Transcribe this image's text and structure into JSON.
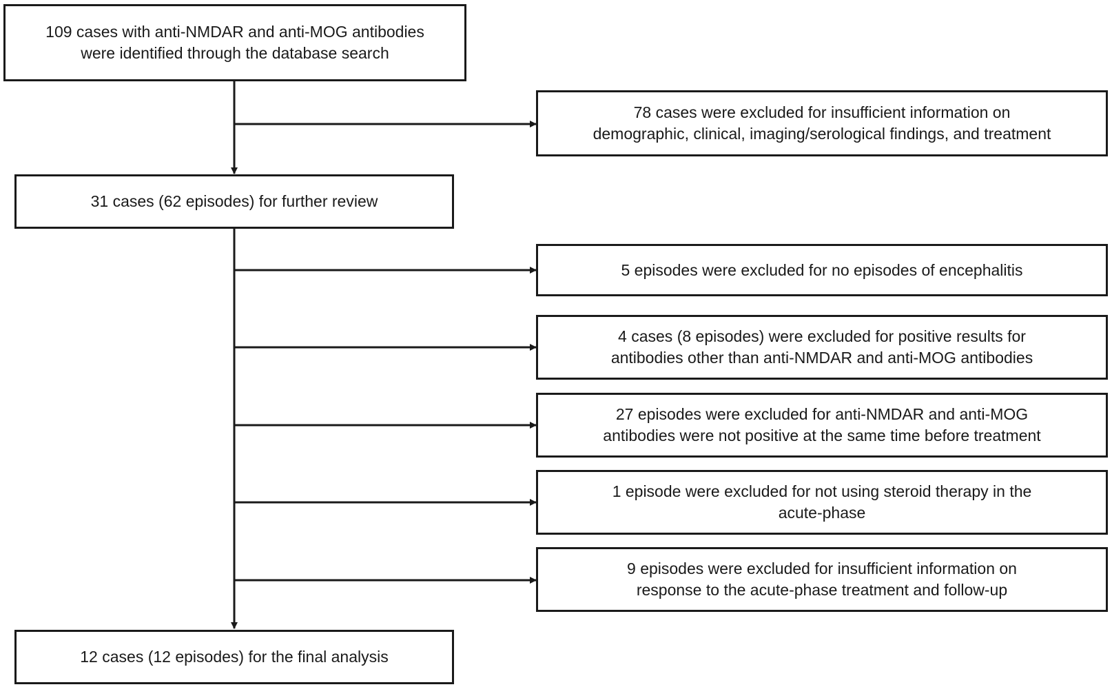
{
  "flow": {
    "start": [
      "109 cases with anti-NMDAR and anti-MOG antibodies",
      "were identified through the database search"
    ],
    "exclusion1": [
      "78 cases were excluded for insufficient information on",
      "demographic, clinical, imaging/serological findings, and treatment"
    ],
    "review": [
      "31 cases (62 episodes) for further review"
    ],
    "exclusion2": [
      "5 episodes were excluded for no episodes of encephalitis"
    ],
    "exclusion3": [
      "4 cases (8 episodes) were excluded for positive results for",
      "antibodies other than anti-NMDAR and anti-MOG antibodies"
    ],
    "exclusion4": [
      "27 episodes were excluded for anti-NMDAR and anti-MOG",
      "antibodies were not positive at the same time before treatment"
    ],
    "exclusion5": [
      "1 episode were excluded for not using steroid therapy in the",
      "acute-phase"
    ],
    "exclusion6": [
      "9 episodes were excluded for insufficient information on",
      "response to the acute-phase treatment and follow-up"
    ],
    "final": [
      "12 cases (12 episodes) for the final analysis"
    ]
  }
}
